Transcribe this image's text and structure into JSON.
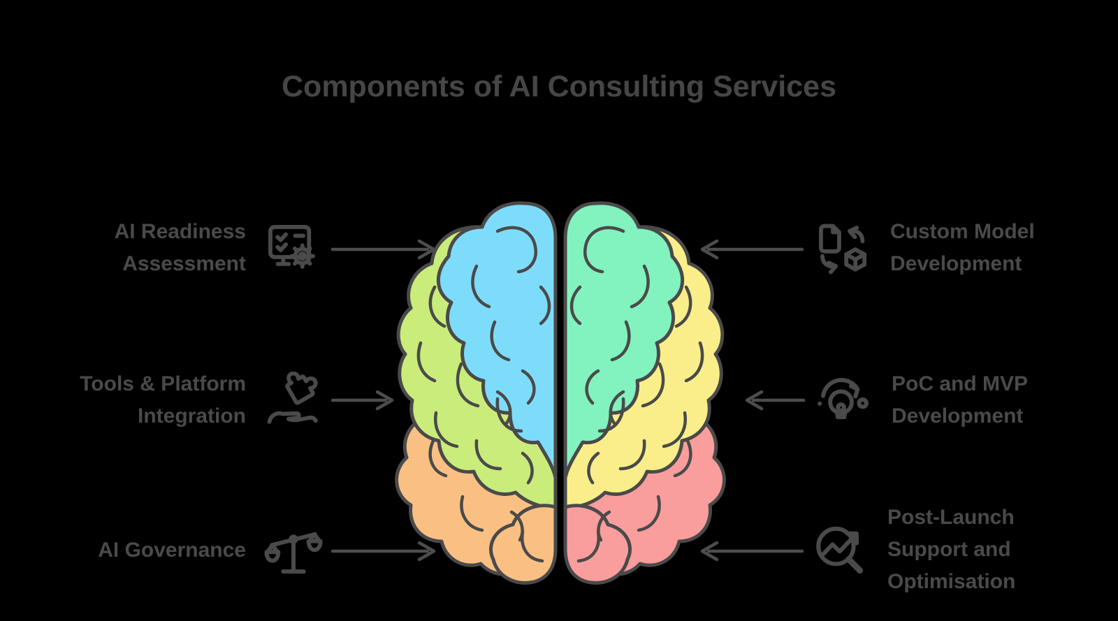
{
  "title": "Components of AI Consulting Services",
  "left_items": [
    {
      "label": "AI Readiness\nAssessment",
      "icon": "ai-readiness-assessment-icon"
    },
    {
      "label": "Tools & Platform\nIntegration",
      "icon": "tools-platform-integration-icon"
    },
    {
      "label": "AI Governance",
      "icon": "ai-governance-icon"
    }
  ],
  "right_items": [
    {
      "label": "Custom Model\nDevelopment",
      "icon": "custom-model-development-icon"
    },
    {
      "label": "PoC and MVP\nDevelopment",
      "icon": "poc-mvp-development-icon"
    },
    {
      "label": "Post-Launch\nSupport and\nOptimisation",
      "icon": "post-launch-support-optimisation-icon"
    }
  ],
  "colors": {
    "background": "#000000",
    "title_text": "#464646",
    "label_text": "#4A4A4A",
    "arrow": "#4D4D4D",
    "outline": "#4A4A4A",
    "brain_blue": "#7EDCFB",
    "brain_mint": "#82F2BE",
    "brain_lime": "#C9EC7B",
    "brain_yellow": "#FAEE8A",
    "brain_orange": "#FAC083",
    "brain_pink": "#FA9D9D"
  }
}
